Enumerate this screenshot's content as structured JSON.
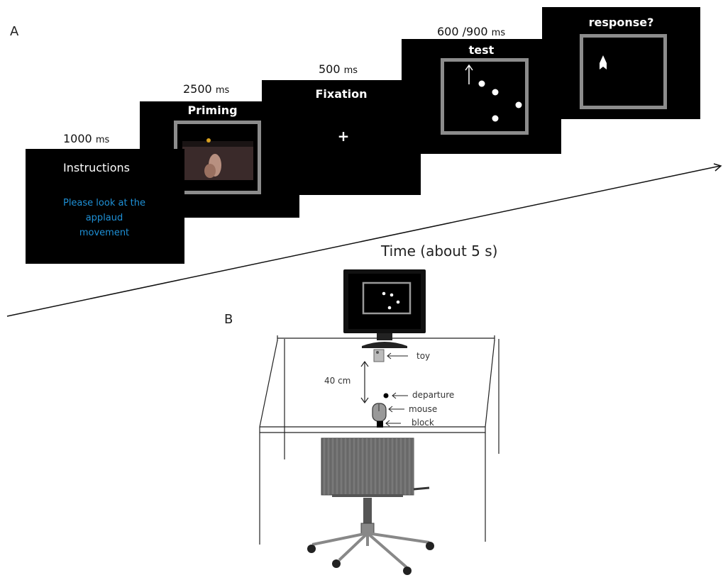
{
  "panel_a": {
    "label": "A",
    "screens": {
      "instructions": {
        "duration_value": "1000",
        "duration_unit": "ms",
        "title": "Instructions",
        "text_line1": "Please look at the",
        "text_line2": "applaud",
        "text_line3": "movement"
      },
      "priming": {
        "duration_value": "2500",
        "duration_unit": "ms",
        "title": "Priming"
      },
      "fixation": {
        "duration_value": "500",
        "duration_unit": "ms",
        "title": "Fixation",
        "symbol": "+"
      },
      "test": {
        "duration_value": "600 /900",
        "duration_unit": "ms",
        "title": "test"
      },
      "response": {
        "title": "response?"
      }
    },
    "time_label": "Time (about 5 s)"
  },
  "panel_b": {
    "label": "B",
    "distance_label": "40 cm",
    "labels": {
      "toy": "toy",
      "departure": "departure",
      "mouse": "mouse",
      "block": "block"
    }
  },
  "colors": {
    "screen": "#000000",
    "frame": "#8c8c8c",
    "instruction_text": "#1e90d6"
  }
}
